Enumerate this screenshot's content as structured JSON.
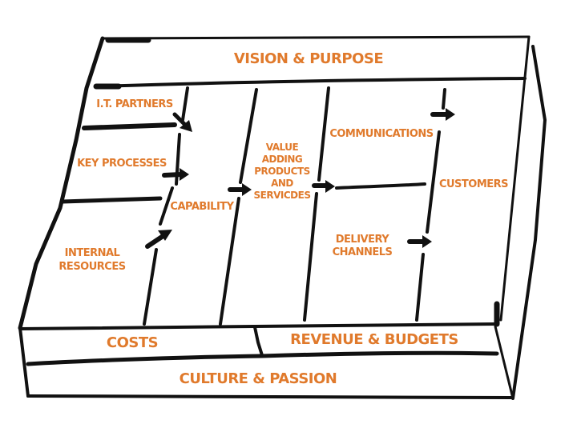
{
  "diagram": {
    "title": "Business Model Box",
    "ink_color": "#111111",
    "label_color": "#e07a2c",
    "top_band": {
      "label": "VISION & PURPOSE"
    },
    "left_column": [
      {
        "label_lines": [
          "I.T. PARTNERS"
        ]
      },
      {
        "label_lines": [
          "KEY PROCESSES"
        ]
      },
      {
        "label_lines": [
          "INTERNAL",
          "RESOURCES"
        ]
      }
    ],
    "capability": {
      "label_lines": [
        "CAPABILITY"
      ]
    },
    "value": {
      "label_lines": [
        "VALUE",
        "ADDING",
        "PRODUCTS",
        "AND",
        "SERVICDES"
      ]
    },
    "channels": [
      {
        "label_lines": [
          "COMMUNICATIONS"
        ]
      },
      {
        "label_lines": [
          "DELIVERY",
          "CHANNELS"
        ]
      }
    ],
    "customers": {
      "label_lines": [
        "CUSTOMERS"
      ]
    },
    "bottom_band_left": {
      "label": "COSTS"
    },
    "bottom_band_right": {
      "label": "REVENUE & BUDGETS"
    },
    "base_band": {
      "label": "CULTURE & PASSION"
    }
  }
}
